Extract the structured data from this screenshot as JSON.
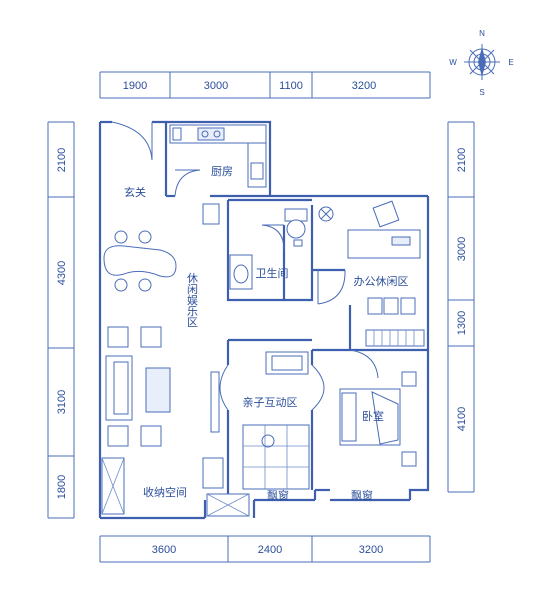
{
  "dimensions": {
    "top": [
      "1900",
      "3000",
      "1100",
      "3200"
    ],
    "bottom": [
      "3600",
      "2400",
      "3200"
    ],
    "left": [
      "2100",
      "4300",
      "3100",
      "1800"
    ],
    "right": [
      "2100",
      "3000",
      "1300",
      "4100"
    ]
  },
  "rooms": {
    "entrance": "玄关",
    "kitchen": "厨房",
    "bathroom": "卫生间",
    "office": "办公休闲区",
    "leisure": "休闲娱乐区",
    "family": "亲子互动区",
    "bedroom": "卧室",
    "storage": "收纳空间",
    "bay_window_1": "飘窗",
    "bay_window_2": "飘窗"
  },
  "compass": {
    "n": "N",
    "s": "S",
    "e": "E",
    "w": "W"
  },
  "colors": {
    "line": "#4a6cb8",
    "text": "#2b4e9a",
    "fill": "#e8eefa"
  }
}
